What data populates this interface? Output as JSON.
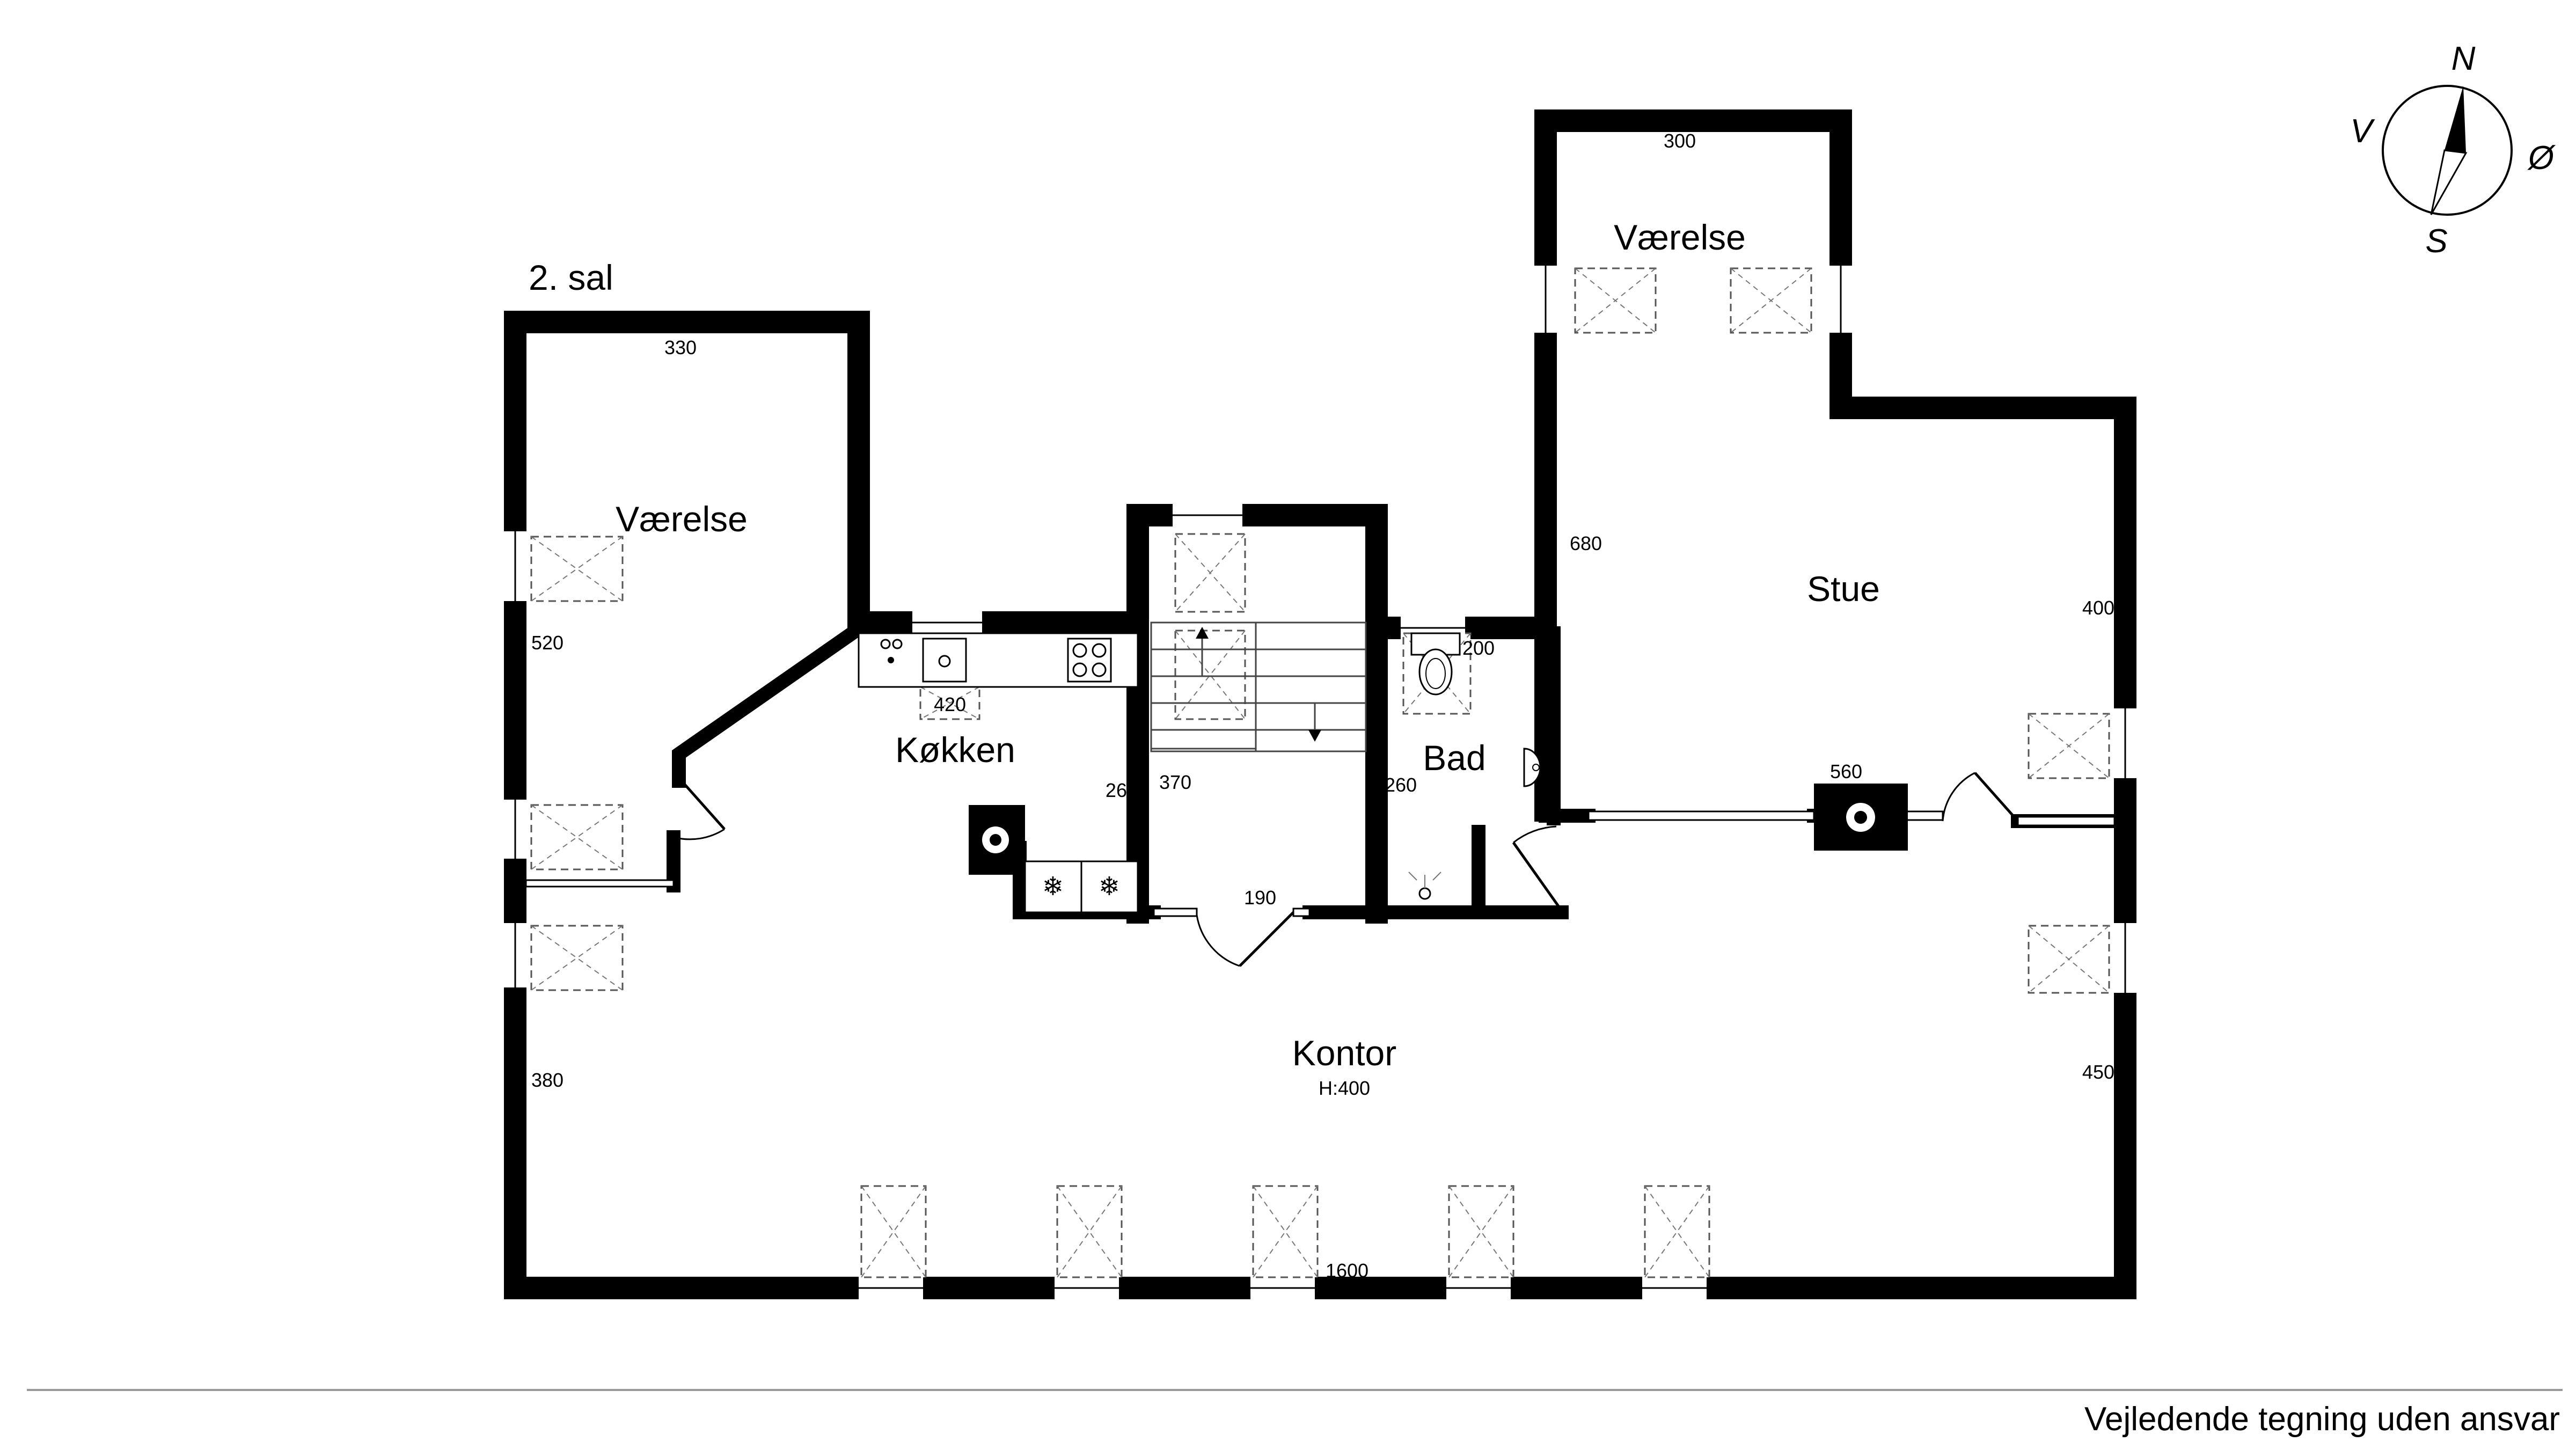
{
  "floor": {
    "title": "2. sal"
  },
  "rooms": {
    "vaerelse_west": {
      "label": "Værelse"
    },
    "vaerelse_north": {
      "label": "Værelse"
    },
    "kokken": {
      "label": "Køkken"
    },
    "bad": {
      "label": "Bad"
    },
    "stue": {
      "label": "Stue"
    },
    "kontor": {
      "label": "Kontor",
      "height_note": "H:400"
    }
  },
  "dimensions": {
    "d330": "330",
    "d520": "520",
    "d380": "380",
    "d420": "420",
    "d260_kitchen": "260",
    "d370": "370",
    "d190": "190",
    "d260_bath": "260",
    "d200": "200",
    "d300": "300",
    "d680": "680",
    "d400": "400",
    "d560": "560",
    "d450": "450",
    "d1600": "1600"
  },
  "compass": {
    "north": "N",
    "south": "S",
    "west": "V",
    "east": "Ø"
  },
  "footer": {
    "disclaimer": "Vejledende tegning uden ansvar"
  },
  "colors": {
    "wall": "#000000",
    "background": "#ffffff",
    "divider": "#999999"
  }
}
